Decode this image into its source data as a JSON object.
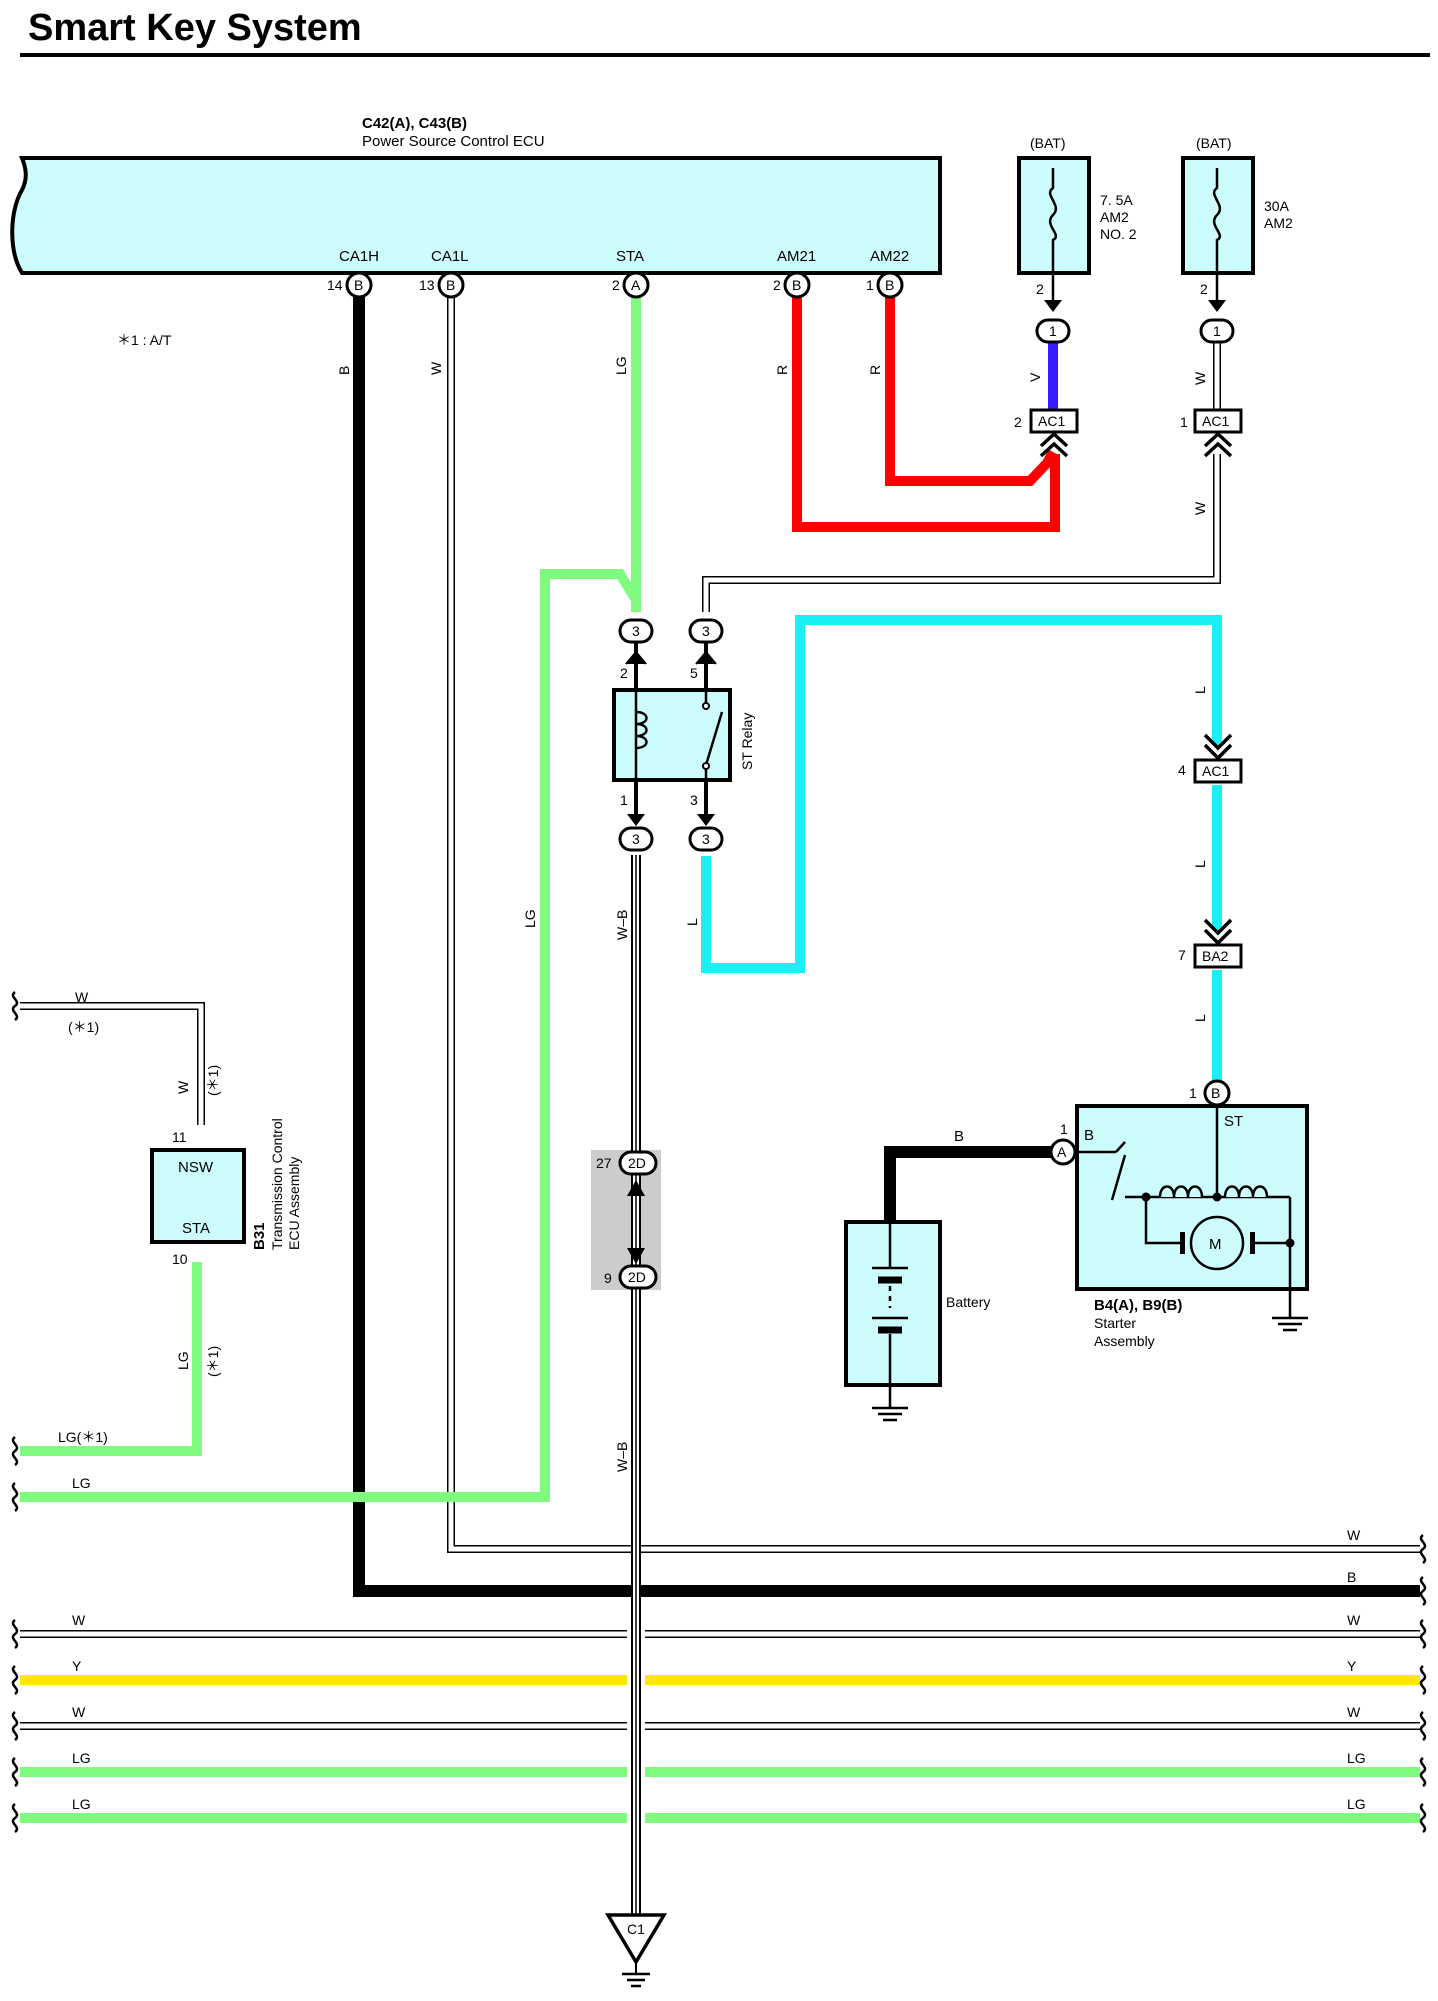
{
  "title": "Smart Key System",
  "note": "＊1 : A/T",
  "ecu": {
    "code": "C42(A), C43(B)",
    "name": "Power Source Control ECU",
    "terminals": [
      {
        "name": "CA1H",
        "pin": "14",
        "conn": "B",
        "wire": "B"
      },
      {
        "name": "CA1L",
        "pin": "13",
        "conn": "B",
        "wire": "W"
      },
      {
        "name": "STA",
        "pin": "2",
        "conn": "A",
        "wire": "LG"
      },
      {
        "name": "AM21",
        "pin": "2",
        "conn": "B",
        "wire": "R"
      },
      {
        "name": "AM22",
        "pin": "1",
        "conn": "B",
        "wire": "R"
      }
    ]
  },
  "fuses": [
    {
      "supply": "(BAT)",
      "rating": "7. 5A",
      "name1": "AM2",
      "name2": "NO. 2",
      "pin": "2",
      "junction": "1",
      "wire": "V",
      "conn": "AC1",
      "conn_pin": "2"
    },
    {
      "supply": "(BAT)",
      "rating": "30A",
      "name1": "AM2",
      "name2": "",
      "pin": "2",
      "junction": "1",
      "wire_top": "W",
      "wire_bottom": "W",
      "conn": "AC1",
      "conn_pin": "1"
    }
  ],
  "relay": {
    "name": "ST Relay",
    "top_junctions": [
      "3",
      "3"
    ],
    "top_pins": [
      "2",
      "5"
    ],
    "bottom_pins": [
      "1",
      "3"
    ],
    "bottom_junctions": [
      "3",
      "3"
    ]
  },
  "wires": {
    "lg_loop": "LG",
    "wb_upper": "W–B",
    "wb_lower": "W–B",
    "l_relay": "L",
    "l_1": "L",
    "l_2": "L",
    "l_3": "L"
  },
  "connectors": {
    "ac1_4": {
      "pin": "4",
      "name": "AC1"
    },
    "ba2_7": {
      "pin": "7",
      "name": "BA2"
    },
    "j2d_27": {
      "pin": "27",
      "name": "2D"
    },
    "j2d_9": {
      "pin": "9",
      "name": "2D"
    },
    "ground_c1": "C1"
  },
  "tcu": {
    "code": "B31",
    "name1": "Transmission Control",
    "name2": "ECU Assembly",
    "term_top": "NSW",
    "term_bottom": "STA",
    "pin_top": "11",
    "pin_bottom": "10",
    "wire_top": "W",
    "wire_top_note": "(＊1)",
    "wire_bottom": "LG",
    "wire_bottom_note": "(＊1)"
  },
  "starter": {
    "code": "B4(A), B9(B)",
    "name1": "Starter",
    "name2": "Assembly",
    "term_b": "B",
    "term_st": "ST",
    "pin_st": "1",
    "conn_st": "B",
    "pin_b": "1",
    "conn_b": "A",
    "wire_b": "B",
    "motor": "M"
  },
  "battery": "Battery",
  "left_bus": {
    "w_top": "W",
    "w_top_note": "(＊1)",
    "lg1": "LG(＊1)",
    "lg2": "LG"
  },
  "bus": [
    {
      "left": "",
      "right": "W",
      "color": "#ffffff"
    },
    {
      "left": "",
      "right": "B",
      "color": "#000000"
    },
    {
      "left": "W",
      "right": "W",
      "color": "#ffffff"
    },
    {
      "left": "Y",
      "right": "Y",
      "color": "#ffe800"
    },
    {
      "left": "W",
      "right": "W",
      "color": "#ffffff"
    },
    {
      "left": "LG",
      "right": "LG",
      "color": "#7ffc7f"
    },
    {
      "left": "LG",
      "right": "LG",
      "color": "#7ffc7f"
    }
  ],
  "colors": {
    "component_fill": "#ccfcfc",
    "lg": "#7ffc7f",
    "red": "#ff0000",
    "violet": "#3a1bff",
    "light_blue": "#19f0f5",
    "yellow": "#ffe800",
    "black": "#000000",
    "junction_box": "#cccccc"
  }
}
